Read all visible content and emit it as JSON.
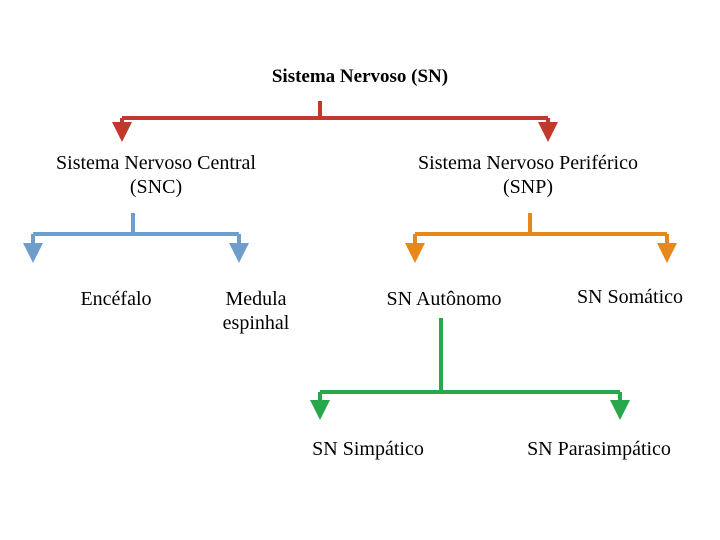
{
  "diagram": {
    "title": "Sistema Nervoso (SN)",
    "colors": {
      "level1": "#c0392b",
      "level2_left": "#6f9ecb",
      "level2_right": "#e8871a",
      "level3": "#28a84a",
      "text": "#000000",
      "background": "#ffffff"
    },
    "nodes": {
      "sn": "Sistema Nervoso (SN)",
      "snc": "Sistema Nervoso Central\n(SNC)",
      "snp": "Sistema Nervoso Periférico\n(SNP)",
      "encefalo": "Encéfalo",
      "medula": "Medula\nespinhal",
      "autonomo": "SN Autônomo",
      "somatico": "SN Somático",
      "simpatico": "SN Simpático",
      "parasimpatico": "SN Parasimpático"
    }
  }
}
